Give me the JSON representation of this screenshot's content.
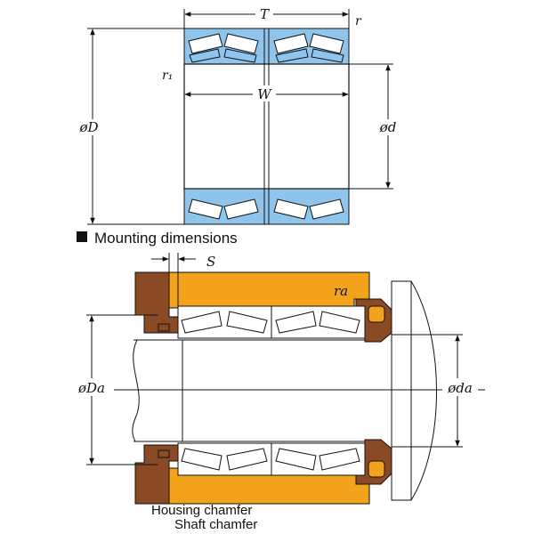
{
  "colors": {
    "blue": "#8fc5ec",
    "orange": "#f3a21c",
    "brown": "#8a4a25",
    "line": "#111111"
  },
  "top_view": {
    "labels": {
      "T": "T",
      "r": "r",
      "r1": "r₁",
      "W": "W",
      "D": "øD",
      "d": "ød"
    }
  },
  "section_heading": {
    "bullet_icon": "filled-square",
    "text": "Mounting dimensions"
  },
  "mounting_view": {
    "labels": {
      "S": "S",
      "ra": "ra",
      "Da": "øDa",
      "da": "øda"
    },
    "notes": {
      "housing_chamfer": "Housing chamfer",
      "shaft_chamfer": "Shaft chamfer"
    }
  }
}
